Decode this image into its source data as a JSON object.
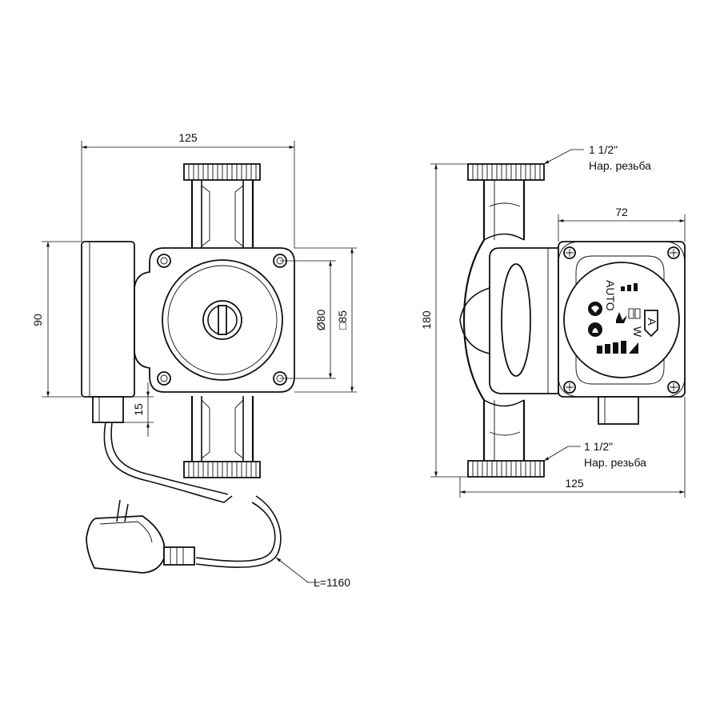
{
  "front_view": {
    "dim_width": "125",
    "dim_height": "90",
    "dim_diameter": "Ø80",
    "dim_square": "□85",
    "dim_box": "15",
    "cable_length": "L=1160"
  },
  "side_view": {
    "dim_height": "180",
    "dim_box_width": "72",
    "dim_width": "125",
    "thread_top_size": "1 1/2\"",
    "thread_top_label": "Нар. резьба",
    "thread_bottom_size": "1 1/2\"",
    "thread_bottom_label": "Нар. резьба",
    "panel_auto_label": "AUTO",
    "panel_mode_label": "A",
    "panel_power_unit": "W"
  }
}
